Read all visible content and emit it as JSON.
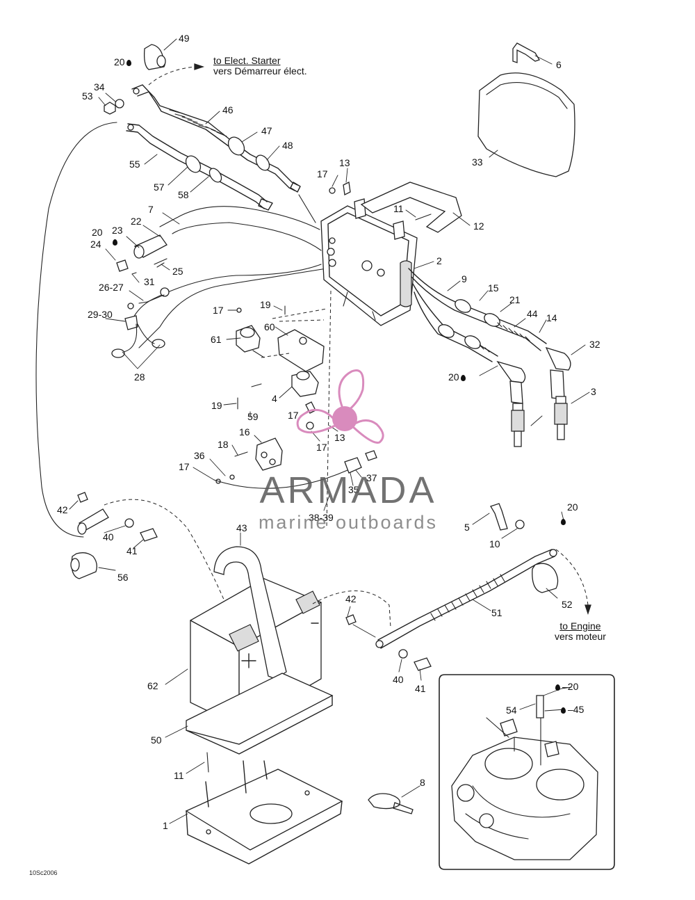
{
  "notes": {
    "starter_en": "to Elect. Starter",
    "starter_fr": "vers Démarreur élect.",
    "engine_en": "to Engine",
    "engine_fr": "vers moteur"
  },
  "callouts": {
    "c49": "49",
    "c20a": "20",
    "c34": "34",
    "c53": "53",
    "c46": "46",
    "c47": "47",
    "c48": "48",
    "c6": "6",
    "c33": "33",
    "c55": "55",
    "c57": "57",
    "c58": "58",
    "c17a": "17",
    "c13a": "13",
    "c11a": "11",
    "c12": "12",
    "c7": "7",
    "c22": "22",
    "c20b": "20",
    "c23": "23",
    "c24": "24",
    "c25": "25",
    "c31": "31",
    "c2": "2",
    "c9": "9",
    "c15": "15",
    "c21": "21",
    "c44": "44",
    "c14": "14",
    "c26_27": "26-27",
    "c17b": "17",
    "c19a": "19",
    "c60": "60",
    "c29_30": "29-30",
    "c61": "61",
    "c32": "32",
    "c28": "28",
    "c20c": "20",
    "c3": "3",
    "c4": "4",
    "c19b": "19",
    "c59": "59",
    "c17c": "17",
    "c13b": "13",
    "c17d": "17",
    "c16": "16",
    "c18": "18",
    "c36": "36",
    "c17e": "17",
    "c37": "37",
    "c35": "35",
    "c38_39": "38-39",
    "c42a": "42",
    "c40a": "40",
    "c41a": "41",
    "c56": "56",
    "c20d": "20",
    "c5": "5",
    "c10": "10",
    "c43": "43",
    "c52": "52",
    "c51": "51",
    "c42b": "42",
    "c40b": "40",
    "c41b": "41",
    "c62": "62",
    "c50": "50",
    "c20e": "20",
    "c54": "54",
    "c45": "45",
    "c11b": "11",
    "c8": "8",
    "c1": "1"
  },
  "watermark": {
    "brand": "ARMADA",
    "tagline": "marine outboards"
  },
  "drawing_code": "10Sc2006",
  "colors": {
    "line": "#222222",
    "watermark_pink": "#d98bbd",
    "watermark_text": "#5a5a5a"
  }
}
